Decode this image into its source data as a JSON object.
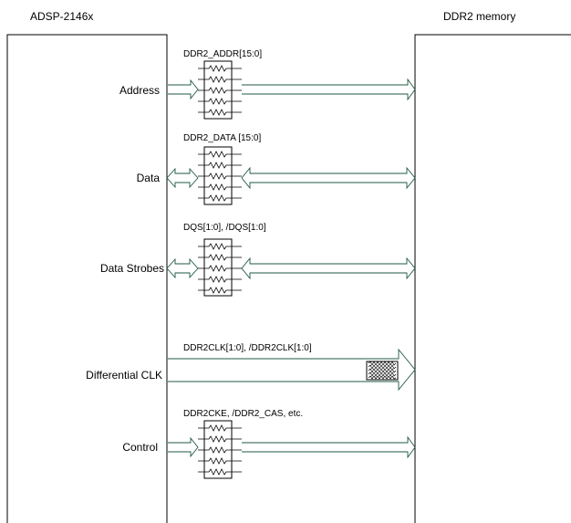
{
  "left_chip": {
    "title": "ADSP-2146x"
  },
  "right_chip": {
    "title": "DDR2 memory"
  },
  "signals": [
    {
      "name": "Address",
      "bus": "DDR2_ADDR[15:0]",
      "direction": "out",
      "termination": "series-resistor"
    },
    {
      "name": "Data",
      "bus": "DDR2_DATA [15:0]",
      "direction": "bidirectional",
      "termination": "series-resistor"
    },
    {
      "name": "Data Strobes",
      "bus": "DQS[1:0], /DQS[1:0]",
      "direction": "bidirectional",
      "termination": "series-resistor"
    },
    {
      "name": "Differential CLK",
      "bus": "DDR2CLK[1:0], /DDR2CLK[1:0]",
      "direction": "out",
      "termination": "differential-resistor"
    },
    {
      "name": "Control",
      "bus": "DDR2CKE, /DDR2_CAS, etc.",
      "direction": "out",
      "termination": "series-resistor"
    }
  ],
  "colors": {
    "line": "#000000",
    "arrow_outline": "#1f5a40",
    "background": "#ffffff"
  }
}
